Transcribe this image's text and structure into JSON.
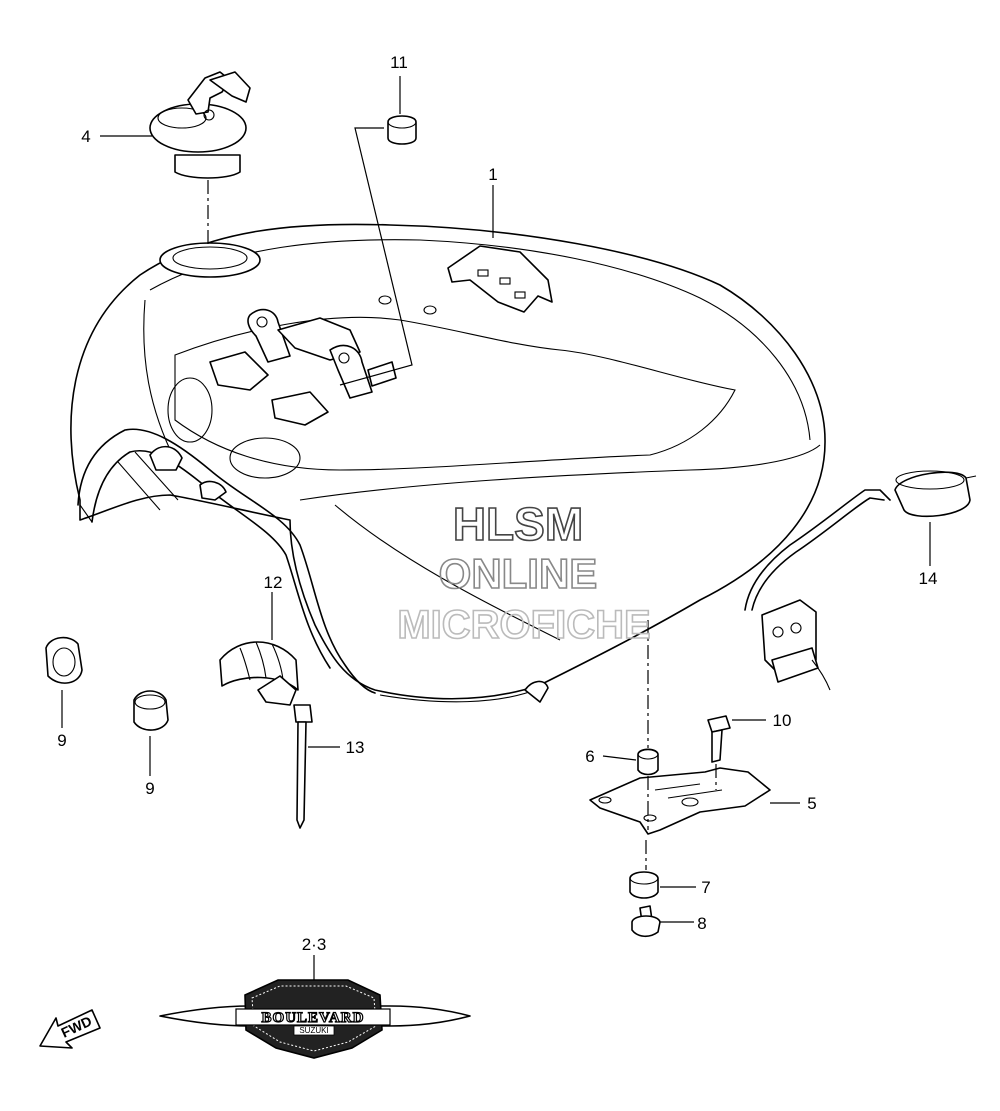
{
  "callouts": {
    "c1": "1",
    "c23": "2·3",
    "c4": "4",
    "c5": "5",
    "c6": "6",
    "c7": "7",
    "c8": "8",
    "c9a": "9",
    "c9b": "9",
    "c10": "10",
    "c11": "11",
    "c12": "12",
    "c13": "13",
    "c14": "14"
  },
  "watermark": {
    "line1": "HLSM",
    "line2": "ONLINE",
    "line3": "MICROFICHE"
  },
  "emblem": {
    "brand": "BOULEVARD",
    "maker": "SUZUKI"
  },
  "direction": {
    "label": "FWD"
  }
}
